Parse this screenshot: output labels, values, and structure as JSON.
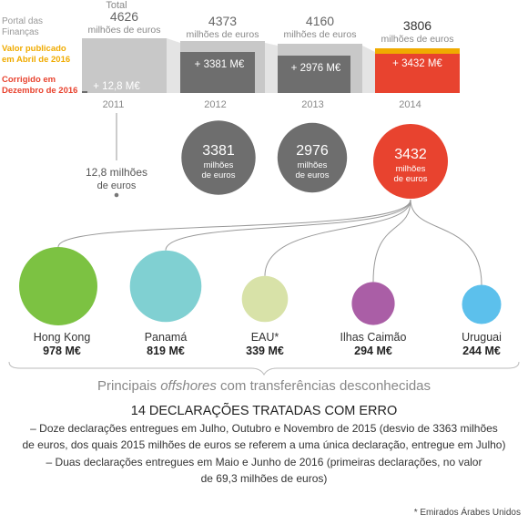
{
  "chart_data": [
    {
      "type": "bar",
      "categories": [
        "2011",
        "2012",
        "2013",
        "2014"
      ],
      "totals": [
        4626,
        4373,
        4160,
        3806
      ],
      "total_label": "Total",
      "unit_label": "milhões de euros",
      "corrections": [
        12.8,
        3381,
        2976,
        3432
      ],
      "correction_labels": [
        "+ 12,8 M€",
        "+ 3381 M€",
        "+ 2976 M€",
        "+ 3432 M€"
      ],
      "legend": {
        "portal_line1": "Portal das",
        "portal_line2": "Finanças",
        "published_line1": "Valor publicado",
        "published_line2": "em Abril de 2016",
        "corrected_line1": "Corrigido em",
        "corrected_line2": "Dezembro de 2016"
      },
      "bubbles": [
        {
          "value_label": "12,8 milhões",
          "unit_label": "de euros"
        },
        {
          "value_label": "3381",
          "unit_line1": "milhões",
          "unit_line2": "de euros"
        },
        {
          "value_label": "2976",
          "unit_line1": "milhões",
          "unit_line2": "de euros"
        },
        {
          "value_label": "3432",
          "unit_line1": "milhões",
          "unit_line2": "de euros"
        }
      ],
      "colors": {
        "portal": "#c8c8c8",
        "published": "#f0ab00",
        "corrected": "#e8432f",
        "correction": "#6e6e6e",
        "text": "#555555"
      }
    },
    {
      "type": "bubble",
      "title": "Principais offshores com transferências desconhecidas",
      "categories": [
        "Hong Kong",
        "Panamá",
        "EAU*",
        "Ilhas Caimão",
        "Uruguai"
      ],
      "values": [
        978,
        819,
        339,
        294,
        244
      ],
      "value_labels": [
        "978 M€",
        "819 M€",
        "339 M€",
        "294 M€",
        "244 M€"
      ],
      "colors": [
        "#7cc242",
        "#80d0d2",
        "#d8e2a8",
        "#aa5ea6",
        "#5cc0ec"
      ]
    }
  ],
  "offshore_title": {
    "before": "Principais ",
    "emphasis": "offshores",
    "after": " com transferências desconhecidas"
  },
  "declarations": {
    "heading": "14 DECLARAÇÕES TRATADAS COM ERRO",
    "line1a": "– Doze declarações entregues em Julho, Outubro e Novembro de 2015 (desvio de 3363 milhões",
    "line1b": "de euros, dos quais 2015 milhões de euros se referem a uma única declaração, entregue em Julho)",
    "line2a": "– Duas declarações entregues em Maio e Junho de 2016 (primeiras declarações, no valor",
    "line2b": "de 69,3 milhões de euros)"
  },
  "footnote": "* Emirados Árabes Unidos"
}
